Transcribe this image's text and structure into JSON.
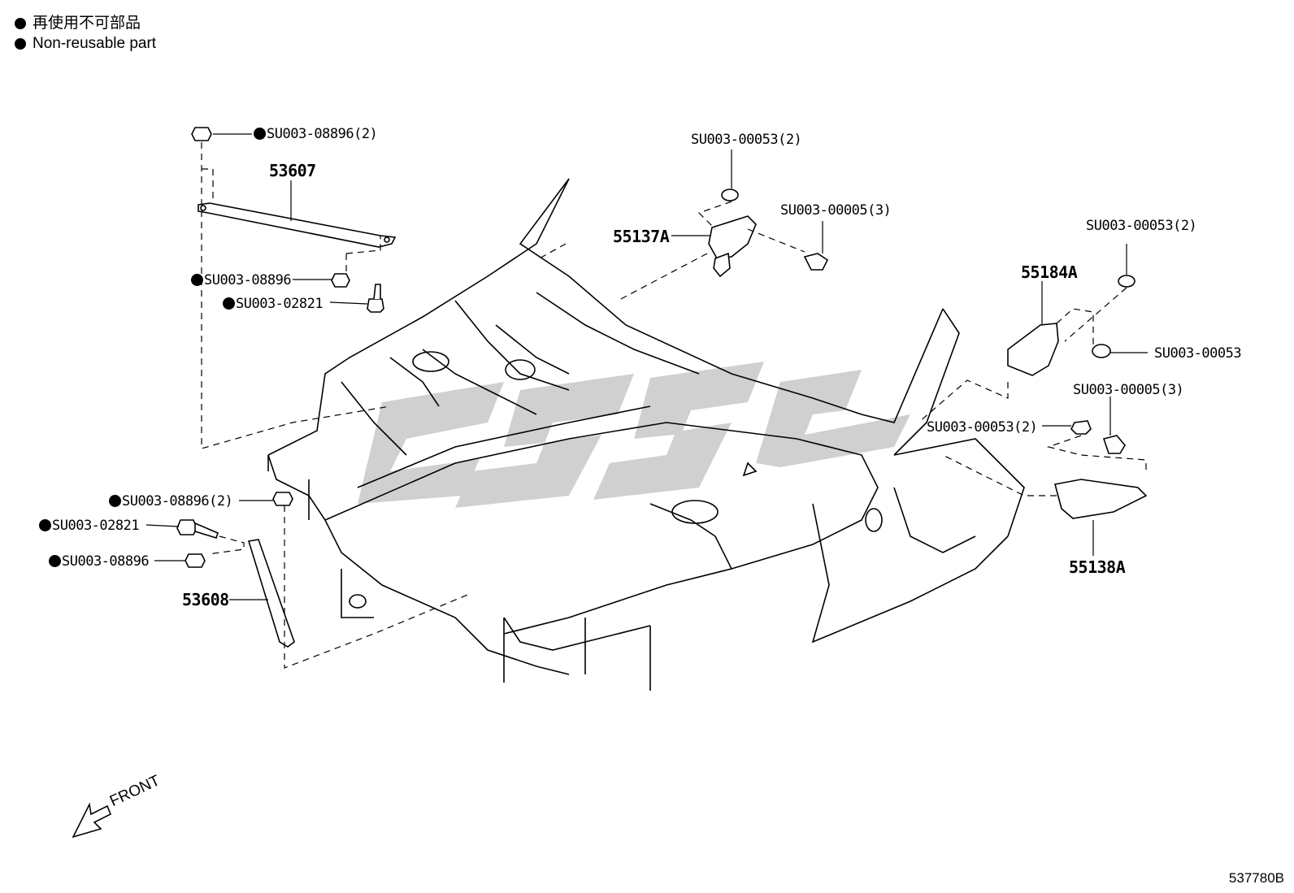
{
  "legend": {
    "line_jp": "再使用不可部品",
    "line_en": "Non-reusable part"
  },
  "parts": {
    "p53607": "53607",
    "p53608": "53608",
    "p55137a": "55137A",
    "p55184a": "55184A",
    "p55138a": "55138A"
  },
  "fasteners": {
    "f1": "SU003-08896(2)",
    "f2": "SU003-08896",
    "f3": "SU003-02821",
    "f4": "SU003-08896(2)",
    "f5": "SU003-02821",
    "f6": "SU003-08896",
    "f7": "SU003-00053(2)",
    "f8": "SU003-00005(3)",
    "f9": "SU003-00053(2)",
    "f10": "SU003-00053",
    "f11": "SU003-00005(3)",
    "f12": "SU003-00053(2)"
  },
  "front_label": "FRONT",
  "diagram_code": "537780B",
  "colors": {
    "line": "#000000",
    "watermark": "#c8c8c8"
  }
}
